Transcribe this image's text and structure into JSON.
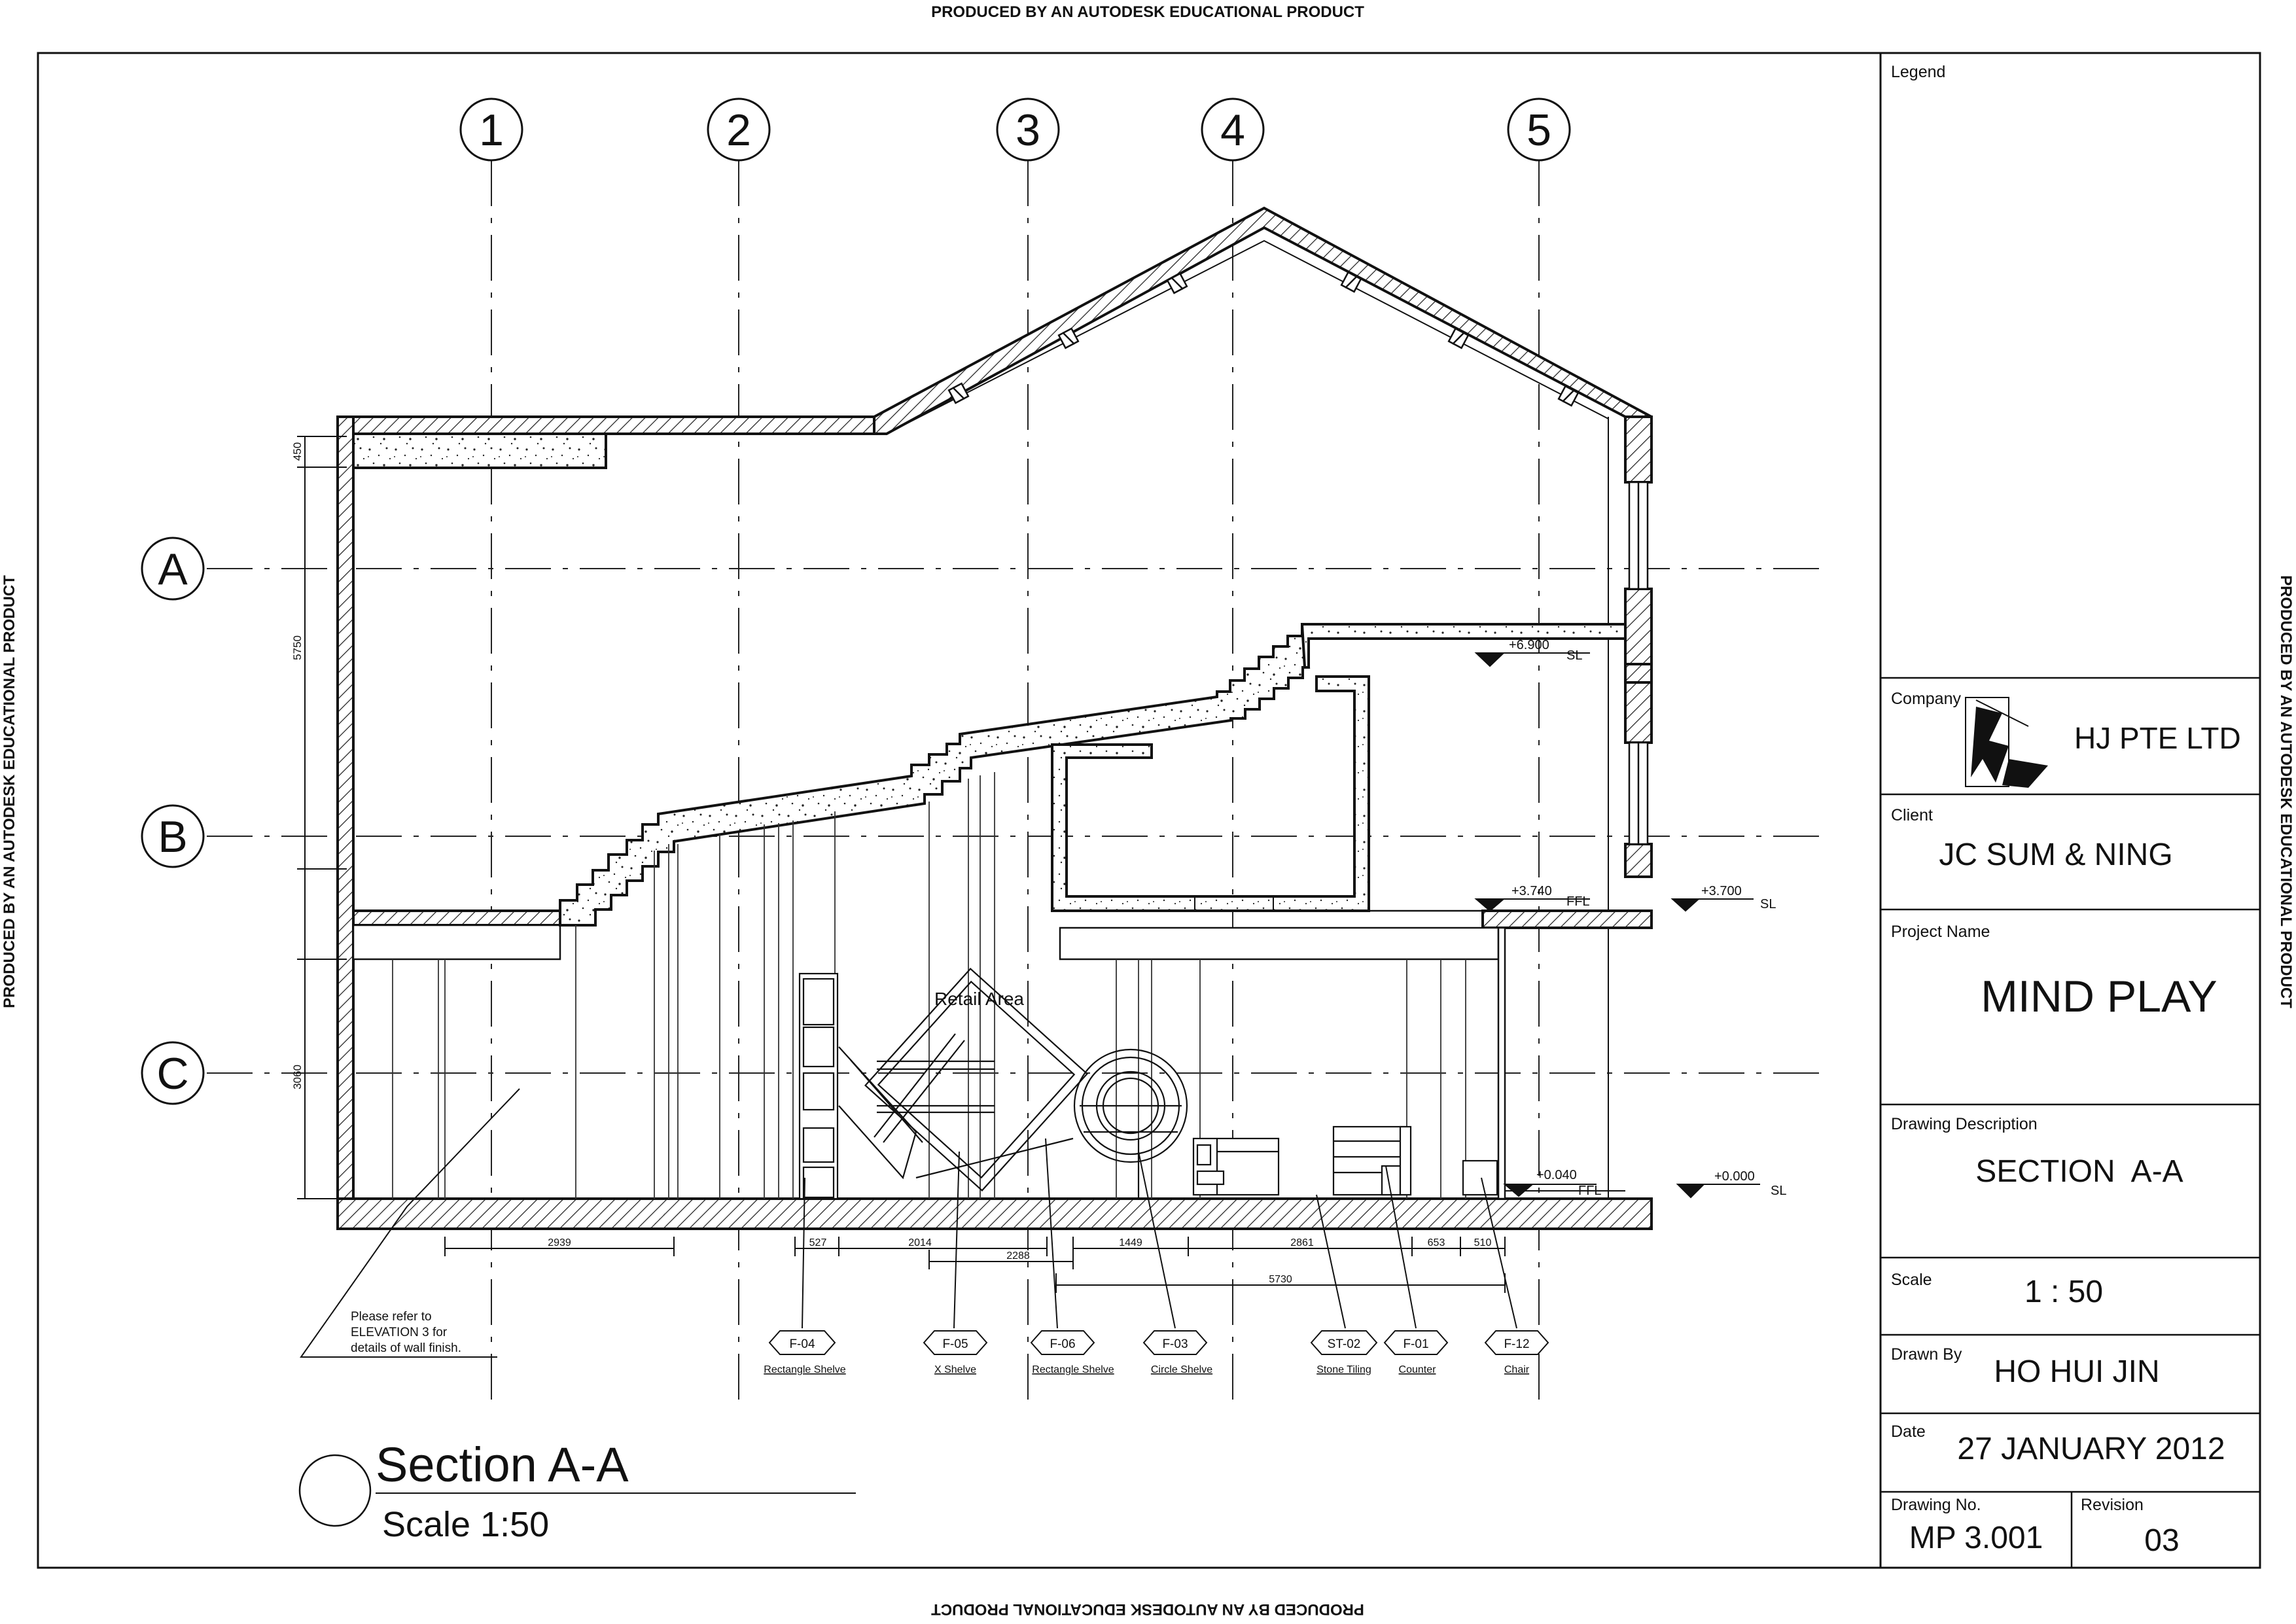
{
  "watermark": {
    "top": "PRODUCED BY AN AUTODESK EDUCATIONAL PRODUCT",
    "bottom": "PRODUCED BY AN AUTODESK EDUCATIONAL PRODUCT",
    "left": "PRODUCED BY AN AUTODESK EDUCATIONAL PRODUCT",
    "right": "PRODUCED BY AN AUTODESK EDUCATIONAL PRODUCT"
  },
  "grid": {
    "columns": [
      "1",
      "2",
      "3",
      "4",
      "5"
    ],
    "rows": [
      "A",
      "B",
      "C"
    ]
  },
  "dimensions": {
    "vertical": [
      "450",
      "5750",
      "3060"
    ],
    "horizontal": [
      "2939",
      "527",
      "2014",
      "2288",
      "1449",
      "2861",
      "653",
      "510",
      "5730"
    ]
  },
  "levels": {
    "l1": {
      "value": "+6.900",
      "type": "SL"
    },
    "l2": {
      "value": "+3.740",
      "type": "FFL"
    },
    "l3": {
      "value": "+3.700",
      "type": "SL"
    },
    "l4": {
      "value": "+0.040",
      "type": "FFL"
    },
    "l5": {
      "value": "+0.000",
      "type": "SL"
    }
  },
  "labels": {
    "retail": "Retail Area",
    "note1": "Please refer to",
    "note2": "ELEVATION 3 for",
    "note3": "details of wall finish."
  },
  "tags": [
    {
      "code": "F-04",
      "name": "Rectangle Shelve"
    },
    {
      "code": "F-05",
      "name": "X Shelve"
    },
    {
      "code": "F-06",
      "name": "Rectangle Shelve"
    },
    {
      "code": "F-03",
      "name": "Circle Shelve"
    },
    {
      "code": "ST-02",
      "name": "Stone Tiling"
    },
    {
      "code": "F-01",
      "name": "Counter"
    },
    {
      "code": "F-12",
      "name": "Chair"
    }
  ],
  "drawing_title": {
    "title": "Section A-A",
    "scale": "Scale 1:50"
  },
  "title_block": {
    "legend_label": "Legend",
    "company_label": "Company",
    "company": "HJ PTE LTD",
    "client_label": "Client",
    "client": "JC SUM & NING",
    "project_label": "Project Name",
    "project": "MIND PLAY",
    "desc_label": "Drawing Description",
    "desc": "SECTION  A-A",
    "scale_label": "Scale",
    "scale": "1 : 50",
    "drawn_label": "Drawn By",
    "drawn": "HO HUI JIN",
    "date_label": "Date",
    "date": "27 JANUARY 2012",
    "drawing_no_label": "Drawing No.",
    "drawing_no": "MP 3.001",
    "revision_label": "Revision",
    "revision": "03"
  }
}
